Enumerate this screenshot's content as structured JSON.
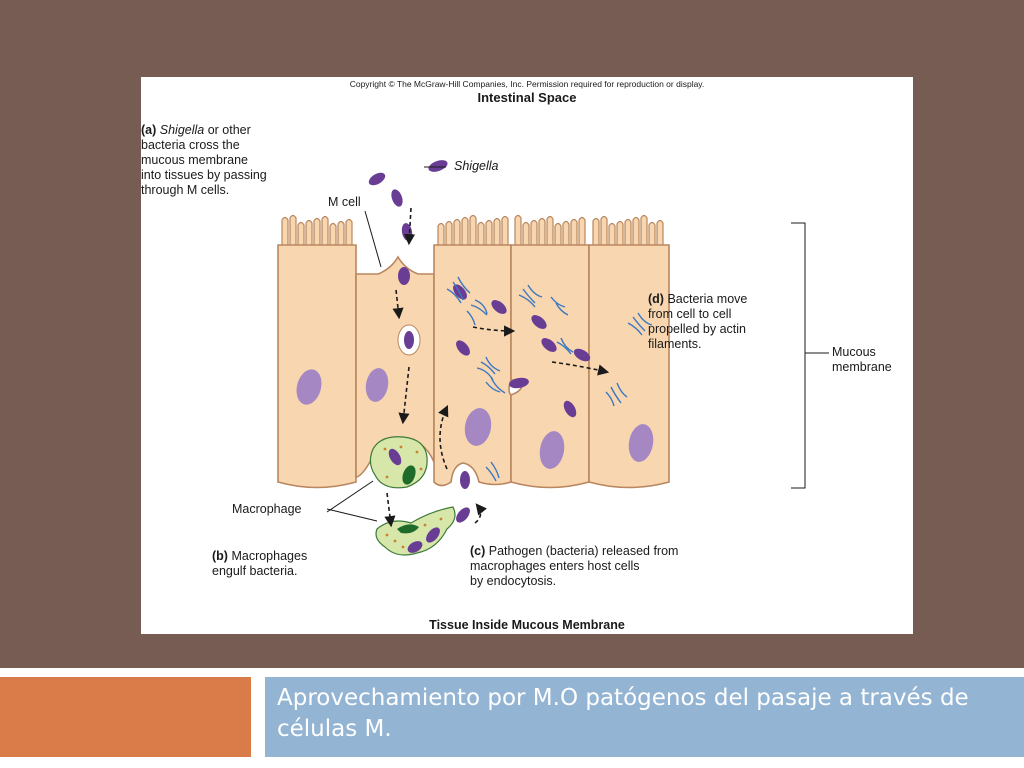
{
  "slide": {
    "caption": "Aprovechamiento por M.O patógenos del pasaje a través de células M.",
    "colors": {
      "background": "#765c52",
      "accent_orange": "#d97c4a",
      "caption_bar": "#93b4d3",
      "cell": "#f8d6b0",
      "nucleus": "#a487c3",
      "bacteria": "#6a3d95"
    }
  },
  "figure": {
    "copyright": "Copyright © The McGraw-Hill Companies, Inc. Permission required for reproduction or display.",
    "top_heading": "Intestinal Space",
    "bottom_heading": "Tissue Inside Mucous Membrane",
    "label_a_letter": "(a)",
    "label_a_italic": "Shigella",
    "label_a_text": " or other\nbacteria cross the\nmucous membrane\ninto tissues by passing\nthrough M cells.",
    "label_shigella": "Shigella",
    "label_mcell": "M cell",
    "label_d_letter": "(d)",
    "label_d_text": "Bacteria move\nfrom cell to cell\npropelled by actin\nfilaments.",
    "label_mucous": "Mucous\nmembrane",
    "label_macrophage": "Macrophage",
    "label_b_letter": "(b)",
    "label_b_text": "Macrophages\nengulf bacteria.",
    "label_c_letter": "(c)",
    "label_c_text": "Pathogen (bacteria) released from\nmacrophages enters host cells\nby endocytosis."
  }
}
